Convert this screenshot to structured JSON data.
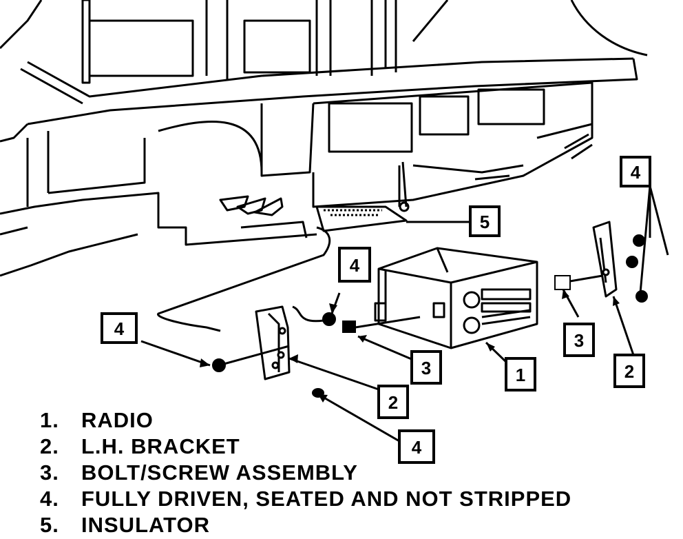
{
  "callouts": [
    {
      "label": "1"
    },
    {
      "label": "2"
    },
    {
      "label": "2"
    },
    {
      "label": "3"
    },
    {
      "label": "3"
    },
    {
      "label": "4"
    },
    {
      "label": "4"
    },
    {
      "label": "4"
    },
    {
      "label": "4"
    },
    {
      "label": "5"
    }
  ],
  "legend": [
    {
      "number": "1.",
      "text": "RADIO"
    },
    {
      "number": "2.",
      "text": "L.H. BRACKET"
    },
    {
      "number": "3.",
      "text": "BOLT/SCREW ASSEMBLY"
    },
    {
      "number": "4.",
      "text": "FULLY DRIVEN, SEATED AND NOT STRIPPED"
    },
    {
      "number": "5.",
      "text": "INSULATOR"
    }
  ],
  "colors": {
    "ink": "#000000",
    "paper": "#ffffff"
  }
}
